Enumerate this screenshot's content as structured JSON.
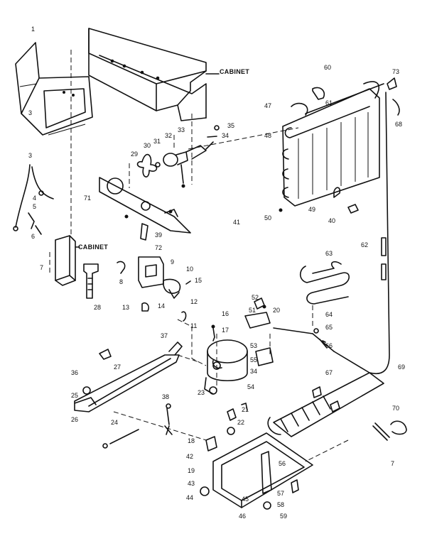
{
  "labels": {
    "cabinet_top": "CABINET",
    "cabinet_left": "CABINET"
  },
  "callouts": [
    "1",
    "3",
    "3",
    "4",
    "5",
    "6",
    "7",
    "8",
    "9",
    "10",
    "11",
    "12",
    "13",
    "14",
    "15",
    "16",
    "17",
    "18",
    "19",
    "20",
    "21",
    "22",
    "23",
    "24",
    "25",
    "26",
    "27",
    "28",
    "29",
    "30",
    "31",
    "32",
    "33",
    "34",
    "34",
    "35",
    "36",
    "37",
    "38",
    "39",
    "40",
    "41",
    "42",
    "43",
    "44",
    "45",
    "46",
    "47",
    "48",
    "49",
    "50",
    "51",
    "52",
    "53",
    "54",
    "55",
    "56",
    "57",
    "58",
    "59",
    "60",
    "61",
    "62",
    "63",
    "64",
    "65",
    "66",
    "67",
    "68",
    "69",
    "70",
    "71",
    "72",
    "73",
    "7"
  ]
}
